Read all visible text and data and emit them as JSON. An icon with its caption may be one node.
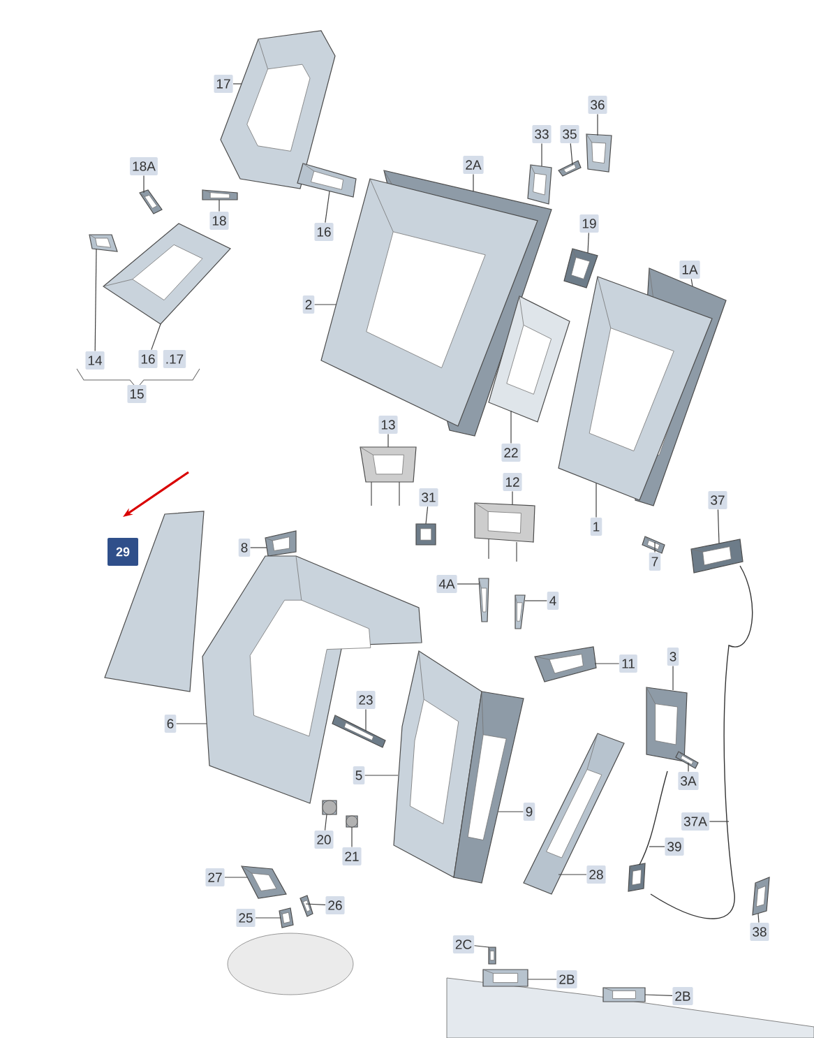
{
  "diagram": {
    "nodes": [
      {
        "text": [
          "17"
        ]
      },
      {
        "text": [
          "18A"
        ]
      },
      {
        "text": [
          "18"
        ]
      },
      {
        "text": [
          "16"
        ]
      },
      {
        "text": [
          "2A"
        ]
      },
      {
        "text": [
          "33"
        ]
      },
      {
        "text": [
          "35"
        ]
      },
      {
        "text": [
          "36"
        ]
      },
      {
        "text": [
          "19"
        ]
      },
      {
        "text": [
          "1A"
        ]
      },
      {
        "text": [
          "2"
        ]
      },
      {
        "text": [
          "14"
        ]
      },
      {
        "text": [
          "16"
        ]
      },
      {
        "text": [
          ".17"
        ]
      },
      {
        "text": [
          "15"
        ]
      },
      {
        "text": [
          "13"
        ]
      },
      {
        "text": [
          "22"
        ]
      },
      {
        "text": [
          "12"
        ]
      },
      {
        "text": [
          "31"
        ]
      },
      {
        "text": [
          "1"
        ]
      },
      {
        "text": [
          "37"
        ]
      },
      {
        "text": [
          "7"
        ]
      },
      {
        "text": [
          "29"
        ]
      },
      {
        "text": [
          "8"
        ]
      },
      {
        "text": [
          "4A"
        ]
      },
      {
        "text": [
          "4"
        ]
      },
      {
        "text": [
          "11"
        ]
      },
      {
        "text": [
          "3"
        ]
      },
      {
        "text": [
          "23"
        ]
      },
      {
        "text": [
          "6"
        ]
      },
      {
        "text": [
          "3A"
        ]
      },
      {
        "text": [
          "5"
        ]
      },
      {
        "text": [
          "9"
        ]
      },
      {
        "text": [
          "37A"
        ]
      },
      {
        "text": [
          "20"
        ]
      },
      {
        "text": [
          "21"
        ]
      },
      {
        "text": [
          "39"
        ]
      },
      {
        "text": [
          "28"
        ]
      },
      {
        "text": [
          "27"
        ]
      },
      {
        "text": [
          "26"
        ]
      },
      {
        "text": [
          "25"
        ]
      },
      {
        "text": [
          "38"
        ]
      },
      {
        "text": [
          "2C"
        ]
      },
      {
        "text": [
          "2B"
        ]
      },
      {
        "text": [
          "2B"
        ]
      },
      {
        "text": [],
        "shape": "picture"
      },
      {
        "text": [],
        "shape": "picture"
      },
      {
        "text": [],
        "shape": "picture"
      },
      {
        "text": [],
        "shape": "picture"
      },
      {
        "text": [],
        "shape": "picture"
      },
      {
        "text": [],
        "shape": "picture"
      },
      {
        "text": [],
        "shape": "picture"
      },
      {
        "text": [],
        "shape": "picture"
      },
      {
        "text": [],
        "shape": "picture"
      },
      {
        "text": [],
        "shape": "picture"
      },
      {
        "text": [],
        "shape": "picture"
      },
      {
        "text": [],
        "shape": "picture"
      },
      {
        "text": [],
        "shape": "picture"
      },
      {
        "text": [],
        "shape": "picture"
      },
      {
        "text": [],
        "shape": "picture"
      },
      {
        "text": [],
        "shape": "picture"
      },
      {
        "text": [],
        "shape": "picture"
      },
      {
        "text": [],
        "shape": "picture"
      },
      {
        "text": [],
        "shape": "picture"
      },
      {
        "text": [],
        "shape": "picture"
      },
      {
        "text": [],
        "shape": "picture"
      },
      {
        "text": [],
        "shape": "picture"
      },
      {
        "text": [],
        "shape": "picture"
      },
      {
        "text": [],
        "shape": "picture"
      },
      {
        "text": [],
        "shape": "picture"
      },
      {
        "text": [],
        "shape": "picture"
      },
      {
        "text": [],
        "shape": "picture"
      },
      {
        "text": [],
        "shape": "picture"
      },
      {
        "text": [],
        "shape": "picture"
      },
      {
        "text": [],
        "shape": "picture"
      },
      {
        "text": [],
        "shape": "picture"
      },
      {
        "text": [],
        "shape": "picture"
      },
      {
        "text": [],
        "shape": "picture"
      },
      {
        "text": [],
        "shape": "picture"
      },
      {
        "text": [],
        "shape": "picture"
      },
      {
        "text": [],
        "shape": "picture"
      },
      {
        "text": [],
        "shape": "picture"
      },
      {
        "text": [],
        "shape": "picture"
      },
      {
        "text": [],
        "shape": "picture"
      },
      {
        "text": [],
        "shape": "picture"
      },
      {
        "text": [],
        "shape": "picture"
      },
      {
        "text": [],
        "shape": "picture"
      }
    ],
    "edges": [
      {
        "from": 0,
        "to": 45,
        "arrow": "none"
      },
      {
        "from": 1,
        "to": 46,
        "arrow": "none"
      },
      {
        "from": 2,
        "to": 47,
        "arrow": "none"
      },
      {
        "from": 3,
        "to": 48,
        "arrow": "none"
      },
      {
        "from": 4,
        "to": 49,
        "arrow": "none"
      },
      {
        "from": 5,
        "to": 50,
        "arrow": "none"
      },
      {
        "from": 6,
        "to": 51,
        "arrow": "none"
      },
      {
        "from": 7,
        "to": 52,
        "arrow": "none"
      },
      {
        "from": 8,
        "to": 53,
        "arrow": "none"
      },
      {
        "from": 9,
        "to": 54,
        "arrow": "none"
      },
      {
        "from": 10,
        "to": 55,
        "arrow": "none"
      },
      {
        "from": 11,
        "to": 56,
        "arrow": "none"
      },
      {
        "from": 12,
        "to": 57,
        "arrow": "none"
      },
      {
        "from": 15,
        "to": 58,
        "arrow": "none"
      },
      {
        "from": 16,
        "to": 59,
        "arrow": "none"
      },
      {
        "from": 17,
        "to": 60,
        "arrow": "none"
      },
      {
        "from": 18,
        "to": 61,
        "arrow": "none"
      },
      {
        "from": 19,
        "to": 62,
        "arrow": "none"
      },
      {
        "from": 20,
        "to": 63,
        "arrow": "none"
      },
      {
        "from": 21,
        "to": 64,
        "arrow": "none"
      },
      {
        "from": 23,
        "to": 65,
        "arrow": "none"
      },
      {
        "from": 24,
        "to": 66,
        "arrow": "none"
      },
      {
        "from": 25,
        "to": 67,
        "arrow": "none"
      },
      {
        "from": 26,
        "to": 68,
        "arrow": "none"
      },
      {
        "from": 27,
        "to": 69,
        "arrow": "none"
      },
      {
        "from": 28,
        "to": 70,
        "arrow": "none"
      },
      {
        "from": 29,
        "to": 71,
        "arrow": "none"
      },
      {
        "from": 30,
        "to": 72,
        "arrow": "none"
      },
      {
        "from": 31,
        "to": 73,
        "arrow": "none"
      },
      {
        "from": 32,
        "to": 74,
        "arrow": "none"
      },
      {
        "from": 33,
        "to": 75,
        "arrow": "none"
      },
      {
        "from": 34,
        "to": 76,
        "arrow": "none"
      },
      {
        "from": 35,
        "to": 77,
        "arrow": "none"
      },
      {
        "from": 36,
        "to": 78,
        "arrow": "none"
      },
      {
        "from": 37,
        "to": 79,
        "arrow": "none"
      },
      {
        "from": 38,
        "to": 80,
        "arrow": "none"
      },
      {
        "from": 39,
        "to": 81,
        "arrow": "none"
      },
      {
        "from": 40,
        "to": 82,
        "arrow": "none"
      },
      {
        "from": 41,
        "to": 83,
        "arrow": "none"
      },
      {
        "from": 42,
        "to": 84,
        "arrow": "none"
      },
      {
        "from": 43,
        "to": 85,
        "arrow": "none"
      },
      {
        "from": 44,
        "to": 86,
        "arrow": "none"
      }
    ]
  }
}
